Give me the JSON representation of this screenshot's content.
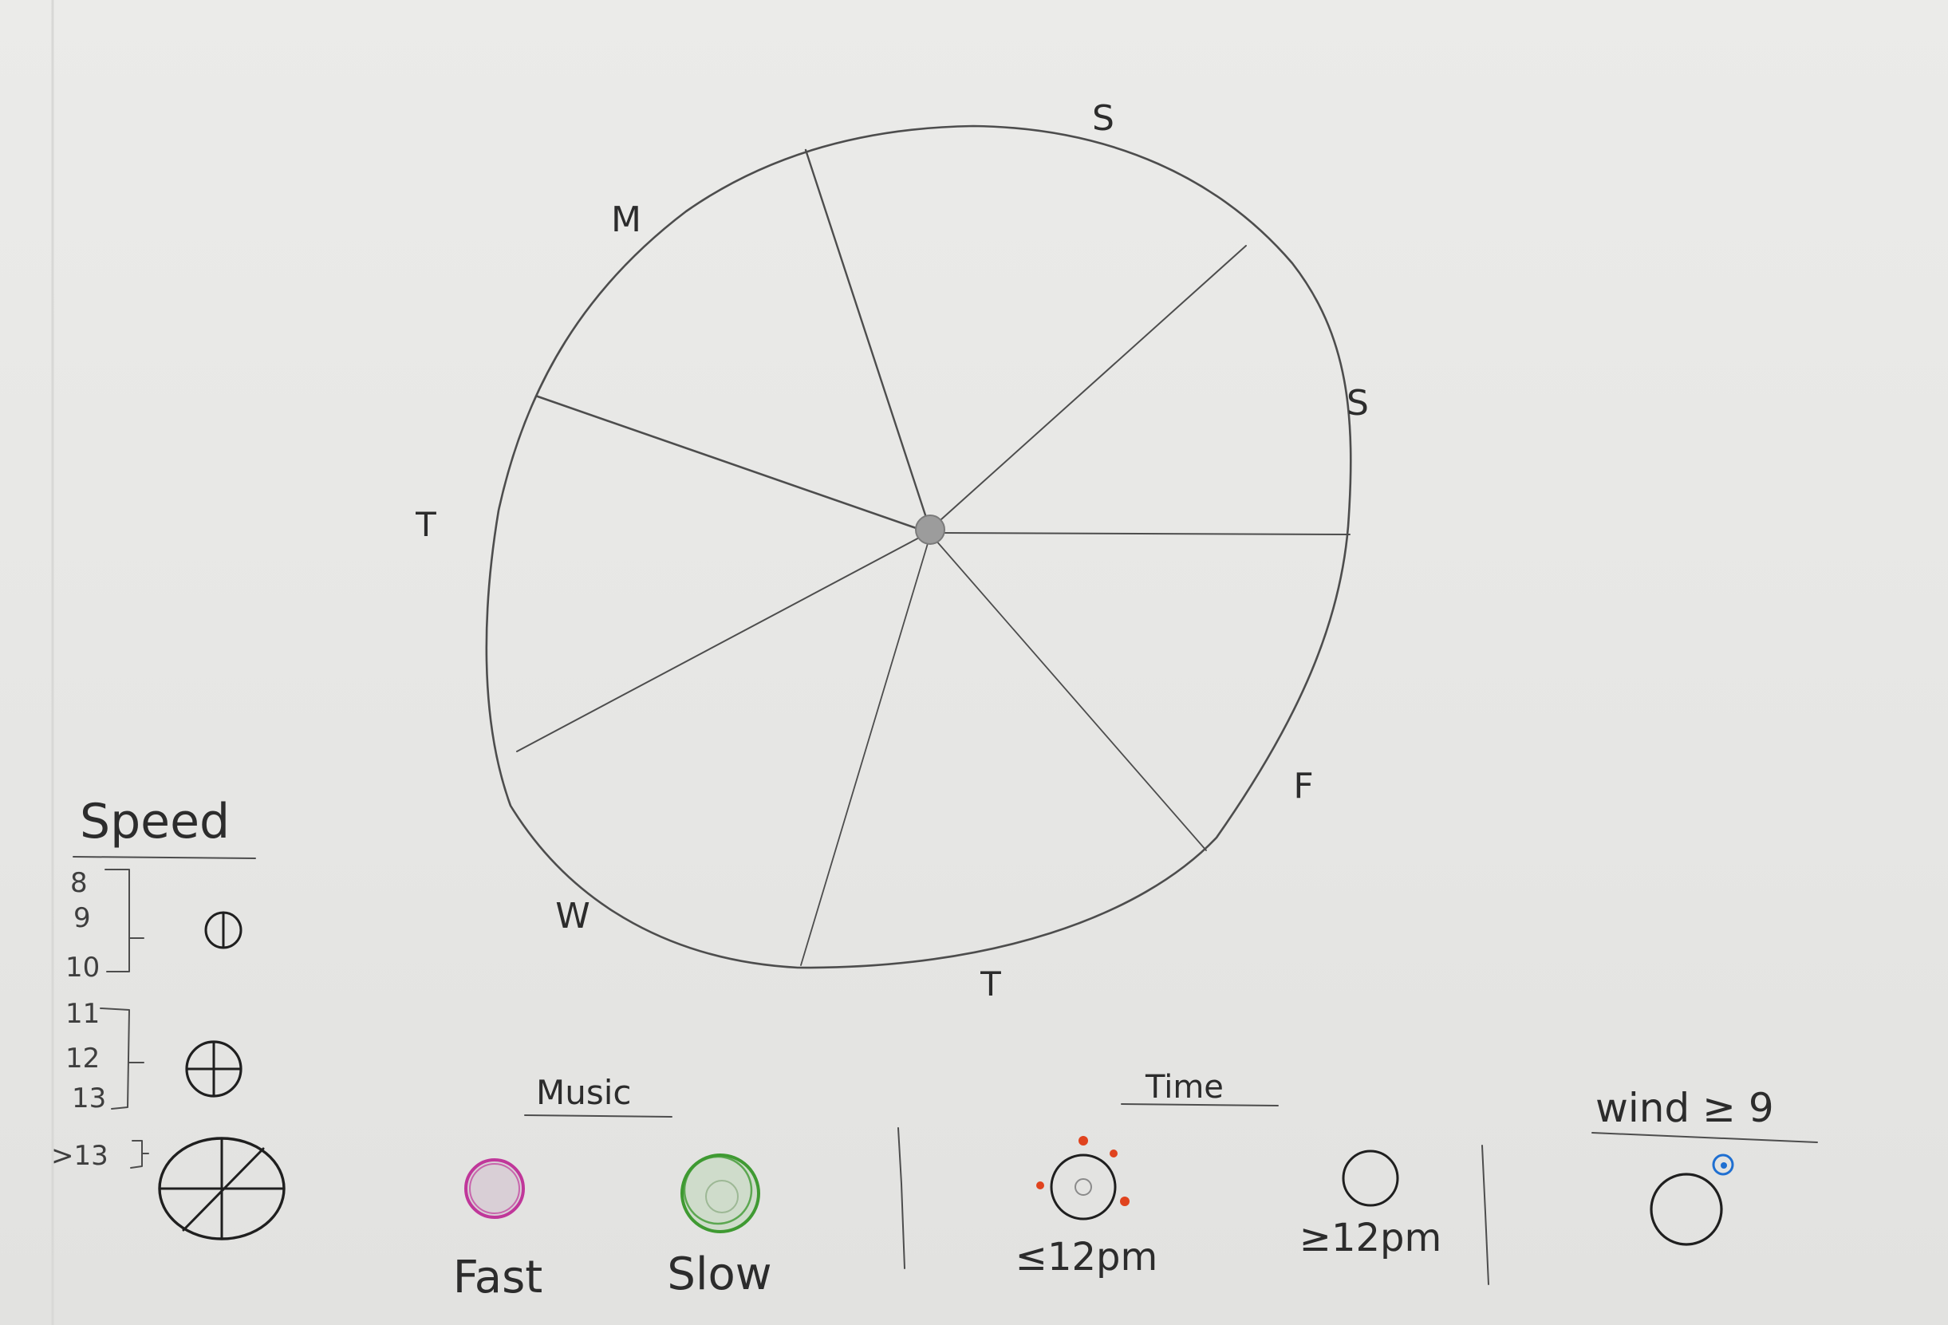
{
  "wheel": {
    "day_labels": [
      "S",
      "S",
      "F",
      "T",
      "W",
      "T",
      "M"
    ]
  },
  "legend": {
    "speed": {
      "title": "Speed",
      "groups": [
        {
          "values": [
            "8",
            "9",
            "10"
          ],
          "symbol": "circle-with-vertical-line-icon"
        },
        {
          "values": [
            "11",
            "12",
            "13"
          ],
          "symbol": "circle-with-cross-icon"
        },
        {
          "values": [
            ">13"
          ],
          "symbol": "circle-with-asterisk-icon"
        }
      ]
    },
    "music": {
      "title": "Music",
      "fast_label": "Fast",
      "slow_label": "Slow",
      "fast_color": "#c0379a",
      "slow_color": "#3f9a32"
    },
    "time": {
      "title": "Time",
      "before_label": "≤12pm",
      "after_label": "≥12pm",
      "dot_color": "#e0431e"
    },
    "wind": {
      "title": "wind ≥ 9",
      "swirl_color": "#1f6fd1"
    }
  }
}
